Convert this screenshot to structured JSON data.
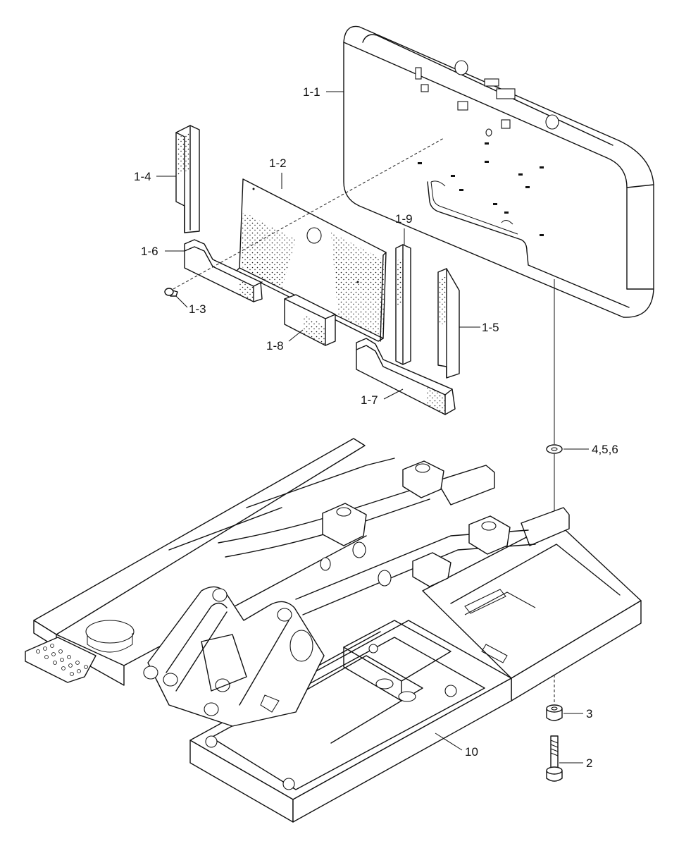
{
  "callouts": {
    "c_1_1": "1-1",
    "c_1_2": "1-2",
    "c_1_3": "1-3",
    "c_1_4": "1-4",
    "c_1_5": "1-5",
    "c_1_6": "1-6",
    "c_1_7": "1-7",
    "c_1_8": "1-8",
    "c_1_9": "1-9",
    "c_2": "2",
    "c_3": "3",
    "c_456": "4,5,6",
    "c_10": "10"
  }
}
